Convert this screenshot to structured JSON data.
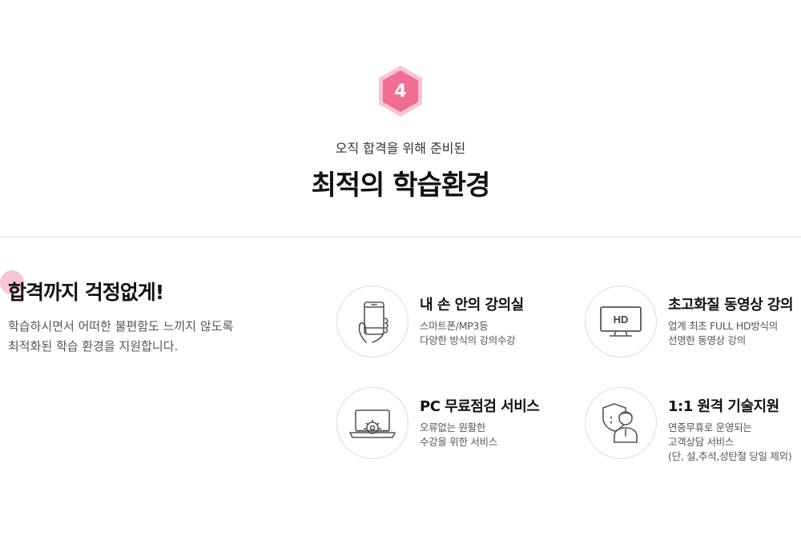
{
  "badge": {
    "number": "4",
    "color": "#f06d92"
  },
  "hero": {
    "subtitle": "오직 합격을 위해 준비된",
    "title": "최적의 학습환경"
  },
  "intro": {
    "heading": "합격까지 걱정없게!",
    "lines": [
      "학습하시면서 어떠한 불편함도 느끼지 않도록",
      "최적화된 학습 환경을 지원합니다."
    ]
  },
  "features": [
    {
      "icon": "smartphone-icon",
      "title": "내 손 안의 강의실",
      "lines": [
        "스마트폰/MP3등",
        "다양한 방식의 강의수강"
      ]
    },
    {
      "icon": "hd-monitor-icon",
      "icon_text": "HD",
      "title": "초고화질 동영상 강의",
      "lines": [
        "업계 최초 FULL HD방식의",
        "선명한 동영상 강의"
      ]
    },
    {
      "icon": "laptop-gear-icon",
      "title": "PC 무료점검 서비스",
      "lines": [
        "오류없는 원활한",
        "수강을 위한 서비스"
      ]
    },
    {
      "icon": "support-agent-icon",
      "title": "1:1 원격 기술지원",
      "lines": [
        "연중무휴로 운영되는",
        "고객상담 서비스",
        "(단, 설,추석,성탄절 당일 제외)"
      ]
    }
  ],
  "colors": {
    "accent": "#f06d92",
    "accent_light": "#f7c4d8",
    "icon_stroke": "#555555"
  }
}
